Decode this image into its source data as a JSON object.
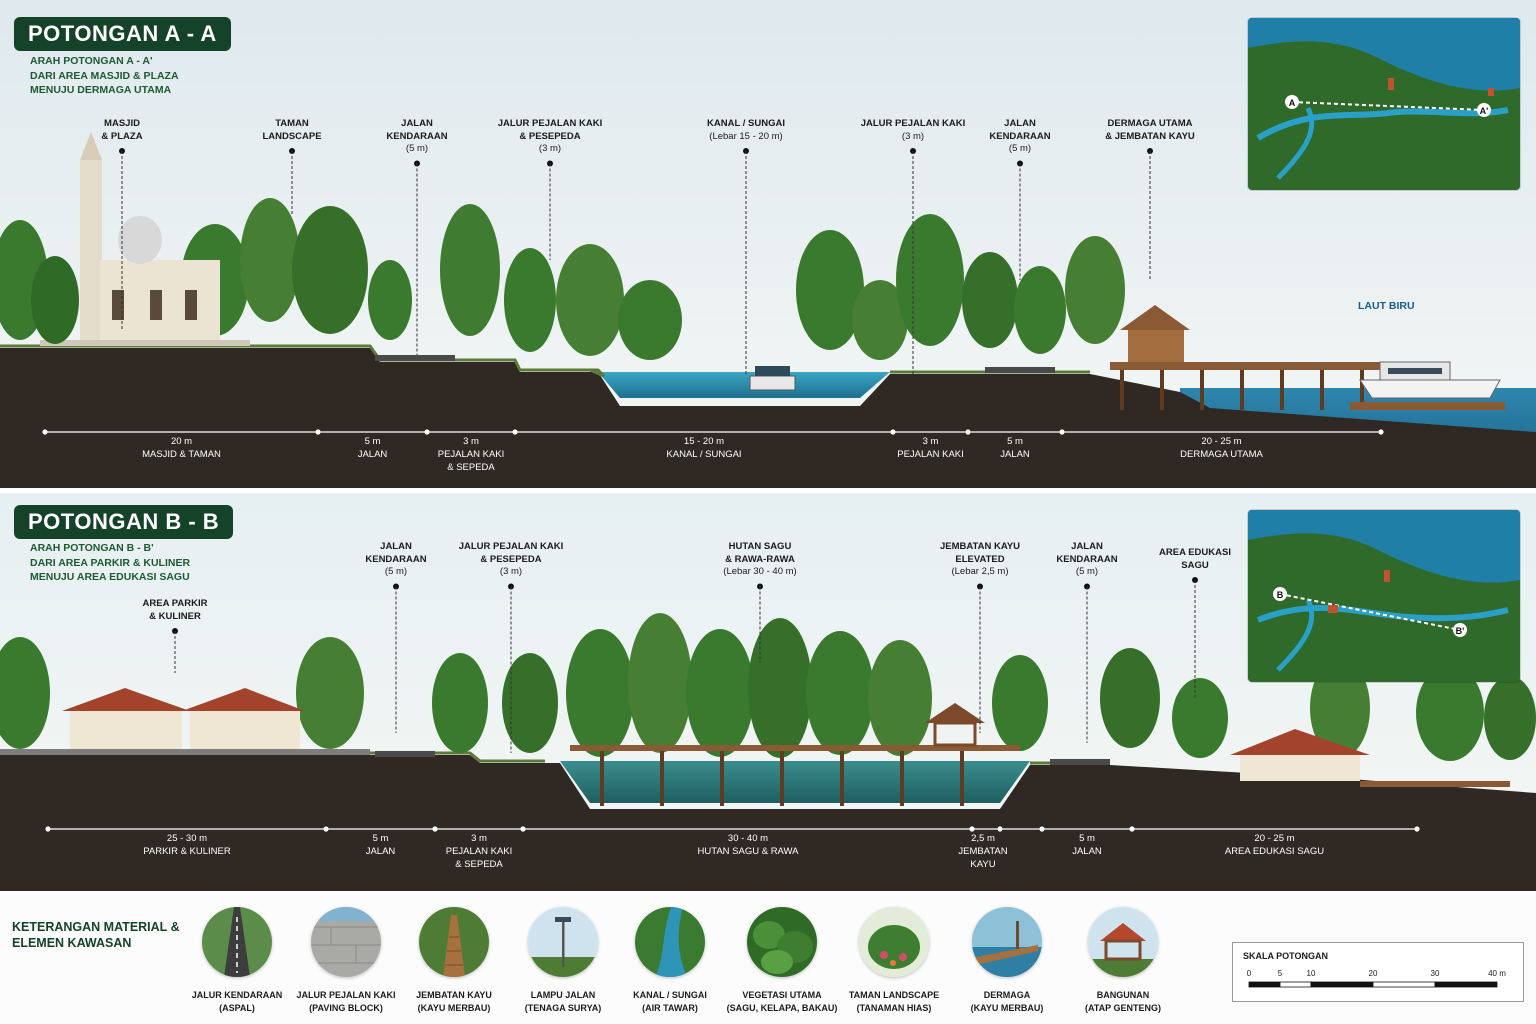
{
  "section_a": {
    "title": "POTONGAN A - A",
    "direction_lines": [
      "ARAH POTONGAN A - A'",
      "DARI AREA MASJID & PLAZA",
      "MENUJU DERMAGA UTAMA"
    ],
    "callouts": [
      {
        "label": [
          "MASJID",
          "& PLAZA"
        ],
        "sub": []
      },
      {
        "label": [
          "TAMAN",
          "LANDSCAPE"
        ],
        "sub": []
      },
      {
        "label": [
          "JALAN",
          "KENDARAAN"
        ],
        "sub": [
          "(5 m)"
        ]
      },
      {
        "label": [
          "JALUR PEJALAN KAKI",
          "& PESEPEDA"
        ],
        "sub": [
          "(3 m)"
        ]
      },
      {
        "label": [
          "KANAL / SUNGAI"
        ],
        "sub": [
          "(Lebar 15 - 20 m)"
        ]
      },
      {
        "label": [
          "JALUR PEJALAN KAKI"
        ],
        "sub": [
          "(3 m)"
        ]
      },
      {
        "label": [
          "JALAN",
          "KENDARAAN"
        ],
        "sub": [
          "(5 m)"
        ]
      },
      {
        "label": [
          "DERMAGA UTAMA",
          "& JEMBATAN KAYU"
        ],
        "sub": []
      }
    ],
    "dimensions": [
      {
        "value": "20 m",
        "caption": [
          "MASJID & TAMAN"
        ]
      },
      {
        "value": "5 m",
        "caption": [
          "JALAN"
        ]
      },
      {
        "value": "3 m",
        "caption": [
          "PEJALAN KAKI",
          "& SEPEDA"
        ]
      },
      {
        "value": "15 - 20 m",
        "caption": [
          "KANAL / SUNGAI"
        ]
      },
      {
        "value": "3 m",
        "caption": [
          "PEJALAN KAKI"
        ]
      },
      {
        "value": "5 m",
        "caption": [
          "JALAN"
        ]
      },
      {
        "value": "20 - 25 m",
        "caption": [
          "DERMAGA UTAMA"
        ]
      }
    ],
    "sea_label": "LAUT BIRU",
    "keyplan_markers": {
      "start": "A",
      "end": "A'"
    }
  },
  "section_b": {
    "title": "POTONGAN B - B",
    "direction_lines": [
      "ARAH POTONGAN B - B'",
      "DARI AREA PARKIR & KULINER",
      "MENUJU AREA EDUKASI SAGU"
    ],
    "callouts": [
      {
        "label": [
          "AREA PARKIR",
          "& KULINER"
        ],
        "sub": []
      },
      {
        "label": [
          "JALAN",
          "KENDARAAN"
        ],
        "sub": [
          "(5 m)"
        ]
      },
      {
        "label": [
          "JALUR PEJALAN KAKI",
          "& PESEPEDA"
        ],
        "sub": [
          "(3 m)"
        ]
      },
      {
        "label": [
          "HUTAN SAGU",
          "& RAWA-RAWA"
        ],
        "sub": [
          "(Lebar 30 - 40 m)"
        ]
      },
      {
        "label": [
          "JEMBATAN KAYU",
          "ELEVATED"
        ],
        "sub": [
          "(Lebar 2,5 m)"
        ]
      },
      {
        "label": [
          "JALAN",
          "KENDARAAN"
        ],
        "sub": [
          "(5 m)"
        ]
      },
      {
        "label": [
          "AREA EDUKASI",
          "SAGU"
        ],
        "sub": []
      }
    ],
    "dimensions": [
      {
        "value": "25 - 30 m",
        "caption": [
          "PARKIR & KULINER"
        ]
      },
      {
        "value": "5 m",
        "caption": [
          "JALAN"
        ]
      },
      {
        "value": "3 m",
        "caption": [
          "PEJALAN KAKI",
          "& SEPEDA"
        ]
      },
      {
        "value": "30 - 40 m",
        "caption": [
          "HUTAN SAGU & RAWA"
        ]
      },
      {
        "value": "2,5 m",
        "caption": [
          "JEMBATAN",
          "KAYU"
        ]
      },
      {
        "value": "5 m",
        "caption": [
          "JALAN"
        ]
      },
      {
        "value": "20 - 25 m",
        "caption": [
          "AREA EDUKASI SAGU"
        ]
      }
    ],
    "keyplan_markers": {
      "start": "B",
      "end": "B'"
    }
  },
  "legend": {
    "title_lines": [
      "KETERANGAN MATERIAL &",
      "ELEMEN KAWASAN"
    ],
    "items": [
      {
        "name": "JALUR KENDARAAN",
        "material": "(ASPAL)",
        "icon": "asphalt-road-icon"
      },
      {
        "name": "JALUR PEJALAN KAKI",
        "material": "(PAVING BLOCK)",
        "icon": "paving-block-icon"
      },
      {
        "name": "JEMBATAN KAYU",
        "material": "(KAYU MERBAU)",
        "icon": "wooden-bridge-icon"
      },
      {
        "name": "LAMPU JALAN",
        "material": "(TENAGA SURYA)",
        "icon": "solar-street-lamp-icon"
      },
      {
        "name": "KANAL / SUNGAI",
        "material": "(AIR TAWAR)",
        "icon": "canal-river-icon"
      },
      {
        "name": "VEGETASI UTAMA",
        "material": "(SAGU, KELAPA, BAKAU)",
        "icon": "vegetation-icon"
      },
      {
        "name": "TAMAN LANDSCAPE",
        "material": "(TANAMAN HIAS)",
        "icon": "landscape-garden-icon"
      },
      {
        "name": "DERMAGA",
        "material": "(KAYU MERBAU)",
        "icon": "pier-icon"
      },
      {
        "name": "BANGUNAN",
        "material": "(ATAP GENTENG)",
        "icon": "building-gazebo-icon"
      }
    ]
  },
  "scale": {
    "title": "SKALA POTONGAN",
    "ticks": [
      "0",
      "5",
      "10",
      "20",
      "30",
      "40 m"
    ],
    "tick_values": [
      0,
      5,
      10,
      20,
      30,
      40
    ]
  },
  "colors": {
    "title_badge": "#15432a",
    "soil": "#2f2823",
    "water": "#2a8db0",
    "sea": "#1f6f97",
    "foliage": "#3a7a2e",
    "sky": "#e9f1f4"
  }
}
